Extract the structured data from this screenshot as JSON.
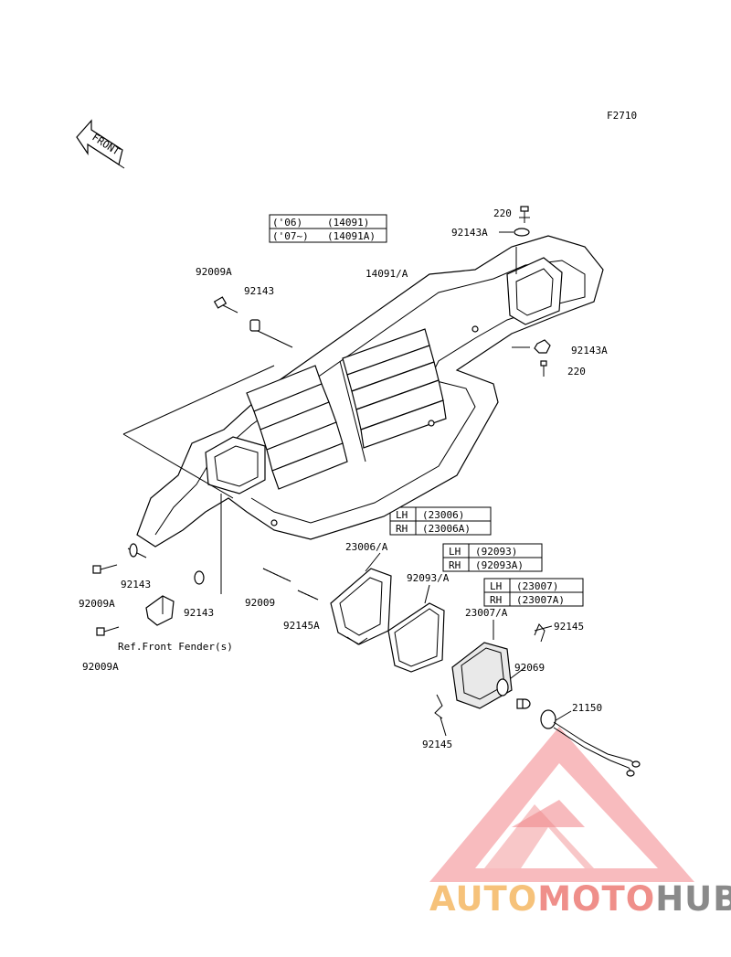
{
  "figure_code": "F2710",
  "front_label": "FRONT",
  "tables": [
    {
      "rows": [
        [
          "('06)",
          "(14091)"
        ],
        [
          "('07~)",
          "(14091A)"
        ]
      ]
    },
    {
      "rows": [
        [
          "LH",
          "(23006)"
        ],
        [
          "RH",
          "(23006A)"
        ]
      ]
    },
    {
      "rows": [
        [
          "LH",
          "(92093)"
        ],
        [
          "RH",
          "(92093A)"
        ]
      ]
    },
    {
      "rows": [
        [
          "LH",
          "(23007)"
        ],
        [
          "RH",
          "(23007A)"
        ]
      ]
    }
  ],
  "labels": {
    "l220_top": "220",
    "l92143A_top": "92143A",
    "l14091A": "14091/A",
    "l92009A_top": "92009A",
    "l92143_top": "92143",
    "l92143A_right": "92143A",
    "l220_right": "220",
    "l23006A": "23006/A",
    "l92093A": "92093/A",
    "l23007A": "23007/A",
    "l92145_right": "92145",
    "l92069": "92069",
    "l21150": "21150",
    "l92145_bottom": "92145",
    "l92143_left": "92143",
    "l92009A_left": "92009A",
    "l92143_mid": "92143",
    "l92009": "92009",
    "l92145A": "92145A",
    "ref_front_fender": "Ref.Front Fender(s)",
    "l92009A_bottom": "92009A"
  },
  "watermark": {
    "part1": "AUTO",
    "part2": "MOTO",
    "part3": "HUB",
    "colors": {
      "auto": "#f6c27a",
      "moto": "#ef8f8a",
      "hub": "#8a8a8a",
      "logo": "#ee6e72"
    }
  }
}
